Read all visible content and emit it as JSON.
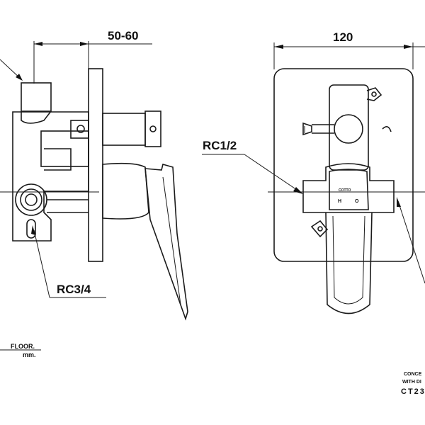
{
  "dimensions": {
    "depth": "50-60",
    "width": "120"
  },
  "threads": {
    "inlet": "RC1/2",
    "outlet": "RC3/4"
  },
  "floor_note": {
    "line1": "FLOOR.",
    "line2": "mm."
  },
  "valve_labels": {
    "brand": "COTTO",
    "hot": "H",
    "cold": "O"
  },
  "title_block": {
    "line1": "CONCE",
    "line2": "WITH DI",
    "code": "CT23"
  }
}
